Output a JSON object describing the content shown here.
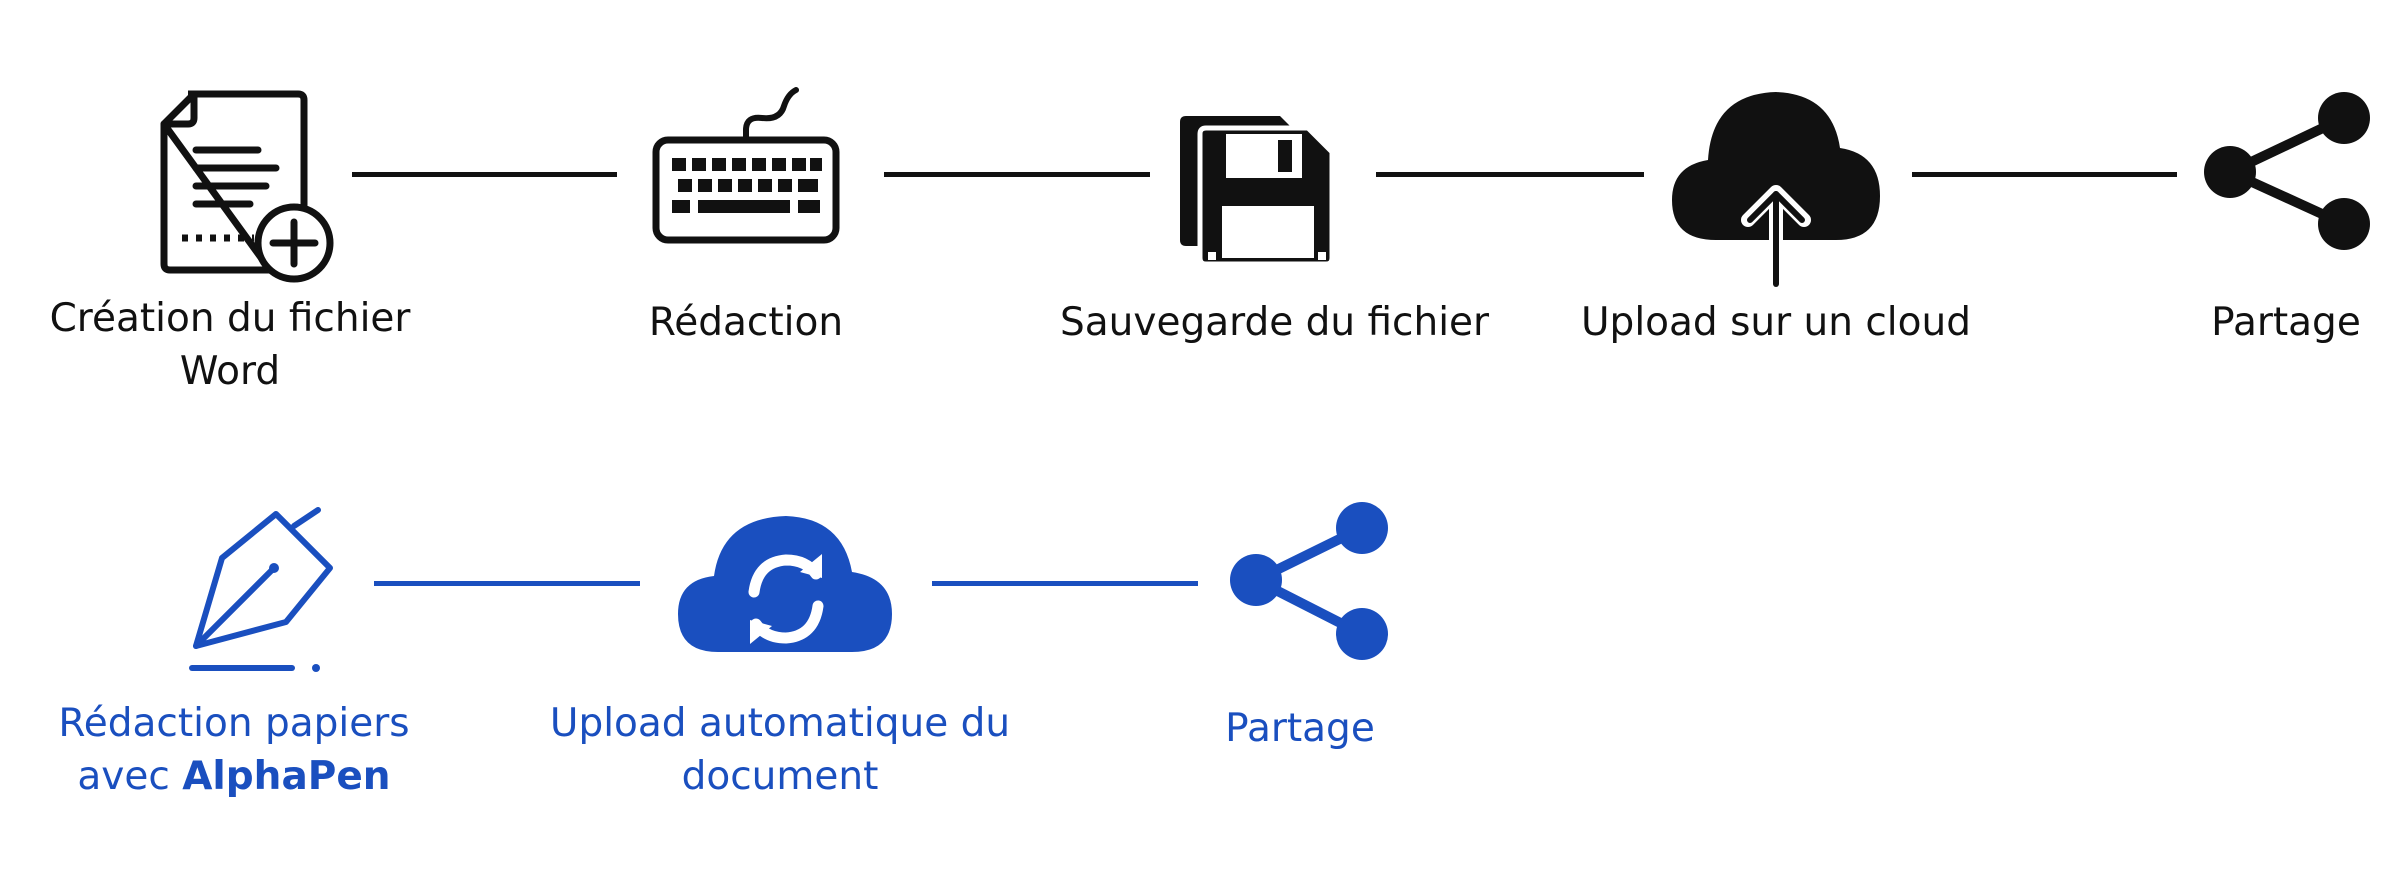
{
  "colors": {
    "dark": "#111111",
    "accent": "#1a4fbf"
  },
  "traditional_flow": {
    "steps": [
      {
        "label_line1": "Création du fichier",
        "label_line2": "Word",
        "icon": "document-add-icon"
      },
      {
        "label_line1": "Rédaction",
        "icon": "keyboard-icon"
      },
      {
        "label_line1": "Sauvegarde du fichier",
        "icon": "floppy-disk-icon"
      },
      {
        "label_line1": "Upload sur un cloud",
        "icon": "cloud-upload-icon"
      },
      {
        "label_line1": "Partage",
        "icon": "share-icon"
      }
    ]
  },
  "alphapen_flow": {
    "steps": [
      {
        "label_line1": "Rédaction papiers",
        "label_line2_prefix": "avec ",
        "label_line2_brand": "AlphaPen",
        "icon": "pen-nib-icon"
      },
      {
        "label_line1": "Upload automatique du",
        "label_line2": "document",
        "icon": "cloud-sync-icon"
      },
      {
        "label_line1": "Partage",
        "icon": "share-icon"
      }
    ]
  }
}
